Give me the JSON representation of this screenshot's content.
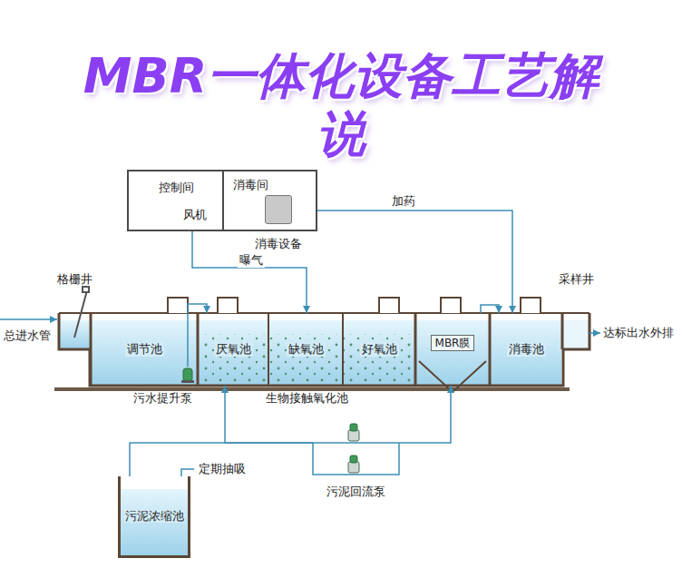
{
  "diagram": {
    "title": "MBR一体化设备工艺解说",
    "nodes": [
      {
        "text": [
          "控制间"
        ]
      },
      {
        "text": [
          "风机"
        ],
        "in": 0
      },
      {
        "text": [
          "消毒间"
        ]
      },
      {
        "text": [
          "消毒设备"
        ],
        "in": 2
      },
      {
        "text": [
          "格栅井"
        ]
      },
      {
        "text": [
          "调节池"
        ]
      },
      {
        "text": [
          "生物接触氧化池"
        ]
      },
      {
        "text": [
          "厌氧池"
        ],
        "in": 6
      },
      {
        "text": [
          "缺氧池"
        ],
        "in": 6
      },
      {
        "text": [
          "好氧池"
        ],
        "in": 6
      },
      {
        "text": [
          "MBR膜"
        ]
      },
      {
        "text": [
          "消毒池"
        ]
      },
      {
        "text": [
          "采样井"
        ]
      },
      {
        "text": [
          "污泥浓缩池"
        ]
      },
      {
        "text": [
          "污泥回流泵"
        ]
      }
    ],
    "edges": [
      {
        "from": 1,
        "to": 6,
        "label": "曝气",
        "arrow": "to"
      },
      {
        "from": 3,
        "to": 11,
        "label": "加药",
        "arrow": "to"
      },
      {
        "from": 5,
        "to": 7,
        "arrow": "to"
      },
      {
        "from": 10,
        "to": 11,
        "arrow": "to"
      },
      {
        "from": 14,
        "to": 7,
        "arrow": "to"
      },
      {
        "from": 14,
        "to": 10,
        "arrow": "to"
      },
      {
        "from": 14,
        "to": 13,
        "arrow": "none"
      }
    ],
    "labels": [
      "总进水管",
      "污水提升泵",
      "达标出水外排",
      "定期抽吸"
    ]
  }
}
